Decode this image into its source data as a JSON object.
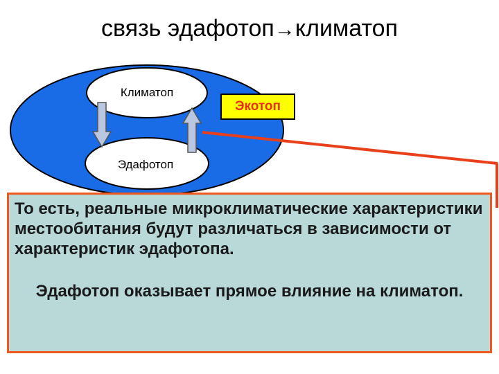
{
  "title": {
    "prefix": "связь эдафотоп",
    "arrow": "→",
    "suffix": "климатоп"
  },
  "diagram": {
    "climatope_label": "Климатоп",
    "edaphotope_label": "Эдафотоп",
    "ecotope_label": "Экотоп"
  },
  "colors": {
    "outer_ellipse": "#1a6be6",
    "ecotope_fill": "#ffff00",
    "ecotope_text": "#e8301a",
    "connector_line": "#e8401a",
    "text_box_fill": "#b9d9d9",
    "text_box_border": "#ee5a1e",
    "arrow_fill": "#b9c8e0"
  },
  "textbox": {
    "paragraph1": "То есть, реальные микроклиматические характеристики местообитания будут различаться в зависимости от характеристик эдафотопа.",
    "paragraph2": "Эдафотоп оказывает прямое влияние на климатоп."
  }
}
